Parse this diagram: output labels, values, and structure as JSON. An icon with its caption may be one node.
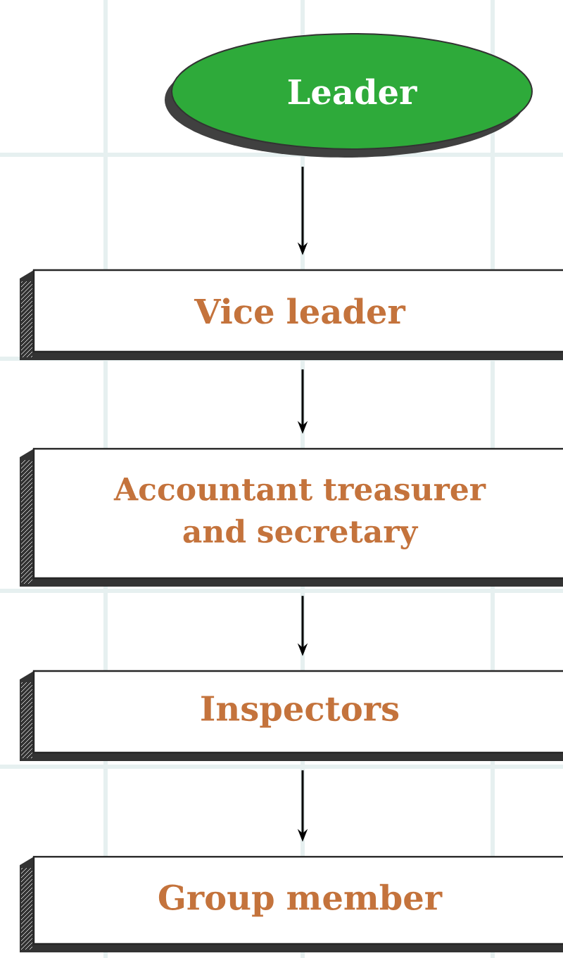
{
  "diagram": {
    "nodes": [
      {
        "text": [
          "Leader"
        ]
      },
      {
        "text": [
          "Vice leader"
        ]
      },
      {
        "text": [
          "Accountant treasurer and secretary"
        ]
      },
      {
        "text": [
          "Inspectors"
        ]
      },
      {
        "text": [
          "Group member"
        ]
      }
    ],
    "edges": [
      {
        "from": 0,
        "to": 1,
        "arrow": "to"
      },
      {
        "from": 1,
        "to": 2,
        "arrow": "to"
      },
      {
        "from": 2,
        "to": 3,
        "arrow": "to"
      },
      {
        "from": 3,
        "to": 4,
        "arrow": "to"
      }
    ]
  }
}
